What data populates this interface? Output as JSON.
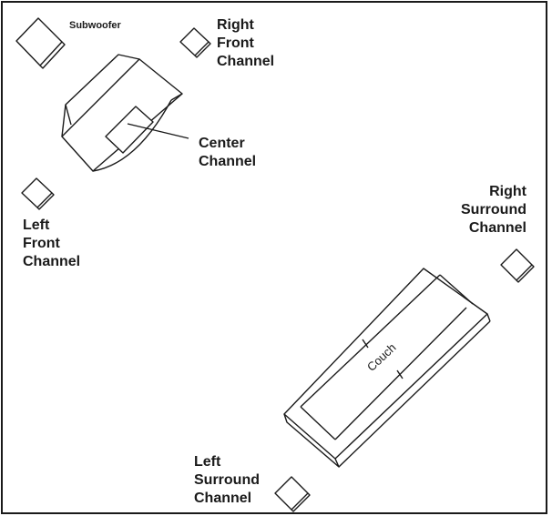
{
  "labels": {
    "subwoofer": "Subwoofer",
    "right_front": [
      "Right",
      "Front",
      "Channel"
    ],
    "center": [
      "Center",
      "Channel"
    ],
    "left_front": [
      "Left",
      "Front",
      "Channel"
    ],
    "right_surround": [
      "Right",
      "Surround",
      "Channel"
    ],
    "left_surround": [
      "Left",
      "Surround",
      "Channel"
    ],
    "couch": "Couch"
  },
  "colors": {
    "stroke": "#1a1a1a",
    "background": "#ffffff"
  }
}
